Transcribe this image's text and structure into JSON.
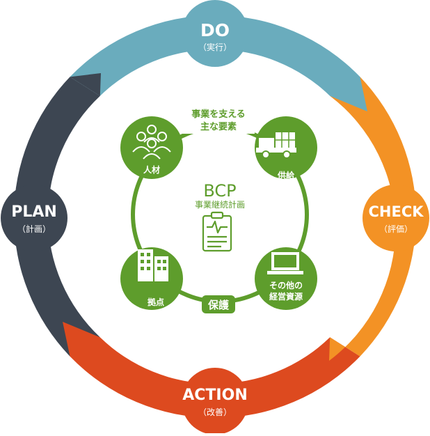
{
  "cycle": {
    "do": {
      "title": "DO",
      "subtitle": "（実行）",
      "color": "#6aacbd"
    },
    "check": {
      "title": "CHECK",
      "subtitle": "（評価）",
      "color": "#f39225"
    },
    "action": {
      "title": "ACTION",
      "subtitle": "（改善）",
      "color": "#dd4a1f"
    },
    "plan": {
      "title": "PLAN",
      "subtitle": "（計画）",
      "color": "#3d4652"
    }
  },
  "center": {
    "heading_line1": "事業を支える",
    "heading_line2": "主な要素",
    "bcp_title": "BCP",
    "bcp_subtitle": "事業継続計画",
    "protect_label": "保護",
    "accent_color": "#5e9d2c"
  },
  "elements": {
    "people": {
      "label": "人材",
      "icon": "people-icon"
    },
    "supply": {
      "label": "供給",
      "icon": "truck-icon"
    },
    "base": {
      "label": "拠点",
      "icon": "buildings-icon"
    },
    "other": {
      "label_line1": "その他の",
      "label_line2": "経営資源",
      "icon": "laptop-icon"
    }
  }
}
